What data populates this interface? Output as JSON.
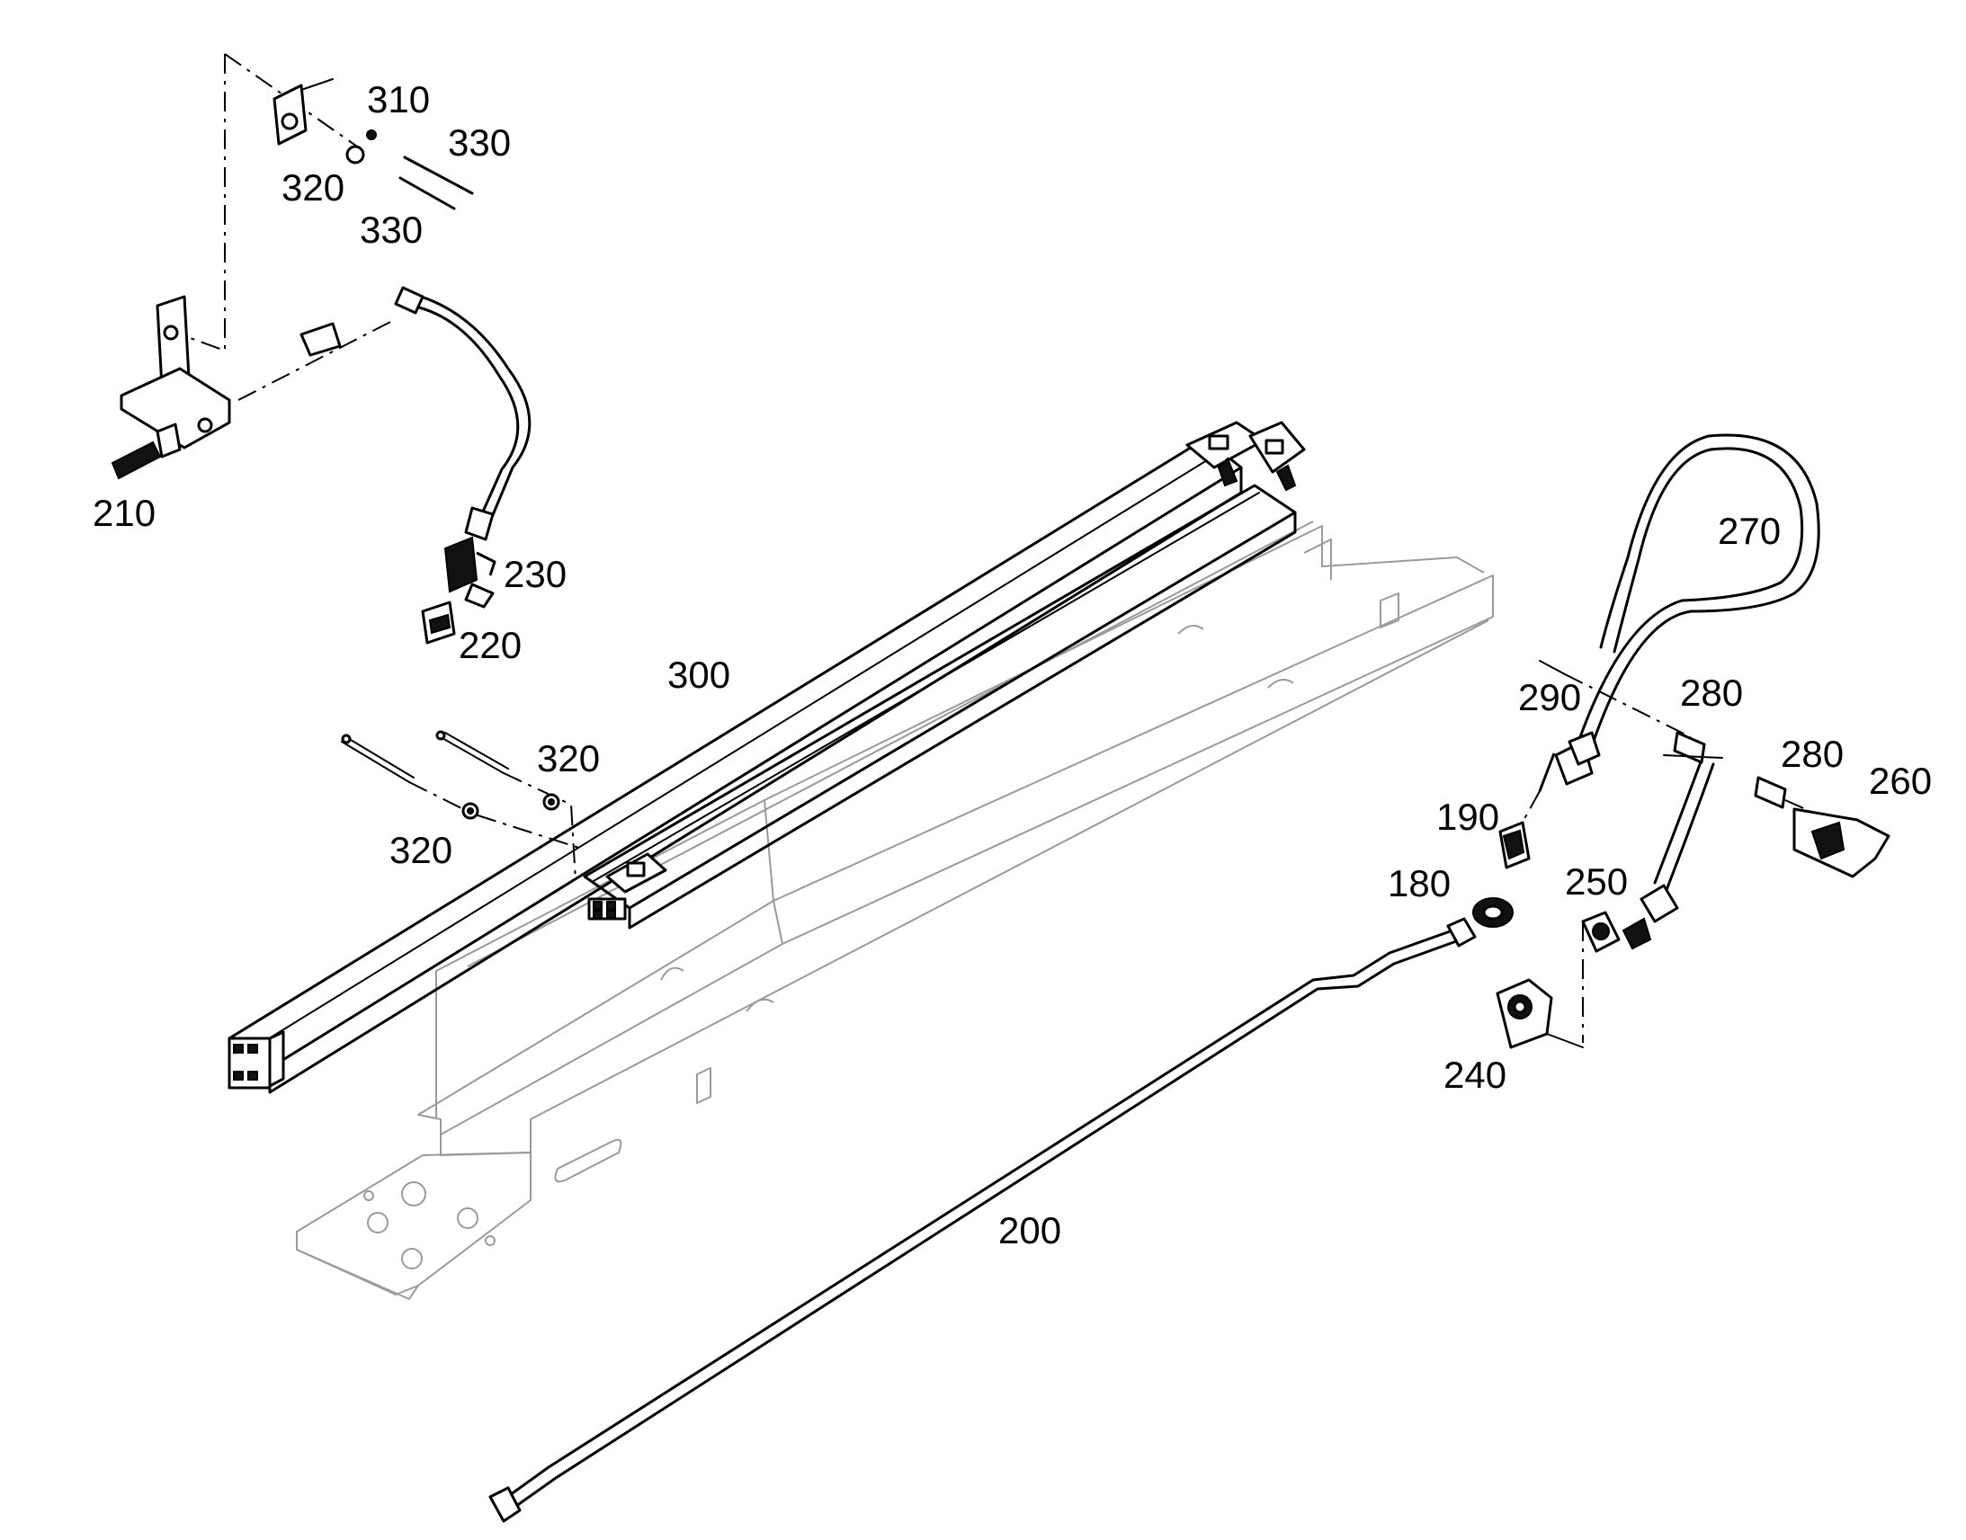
{
  "callouts": {
    "c310": "310",
    "c330a": "330",
    "c320a": "320",
    "c330b": "330",
    "c210": "210",
    "c230": "230",
    "c220": "220",
    "c300": "300",
    "c320b": "320",
    "c320c": "320",
    "c200": "200",
    "c270": "270",
    "c290": "290",
    "c280a": "280",
    "c280b": "280",
    "c260": "260",
    "c190": "190",
    "c180": "180",
    "c250": "250",
    "c240": "240"
  },
  "colors": {
    "line": "#000000",
    "frame": "#9a9a9a",
    "background": "#ffffff"
  }
}
